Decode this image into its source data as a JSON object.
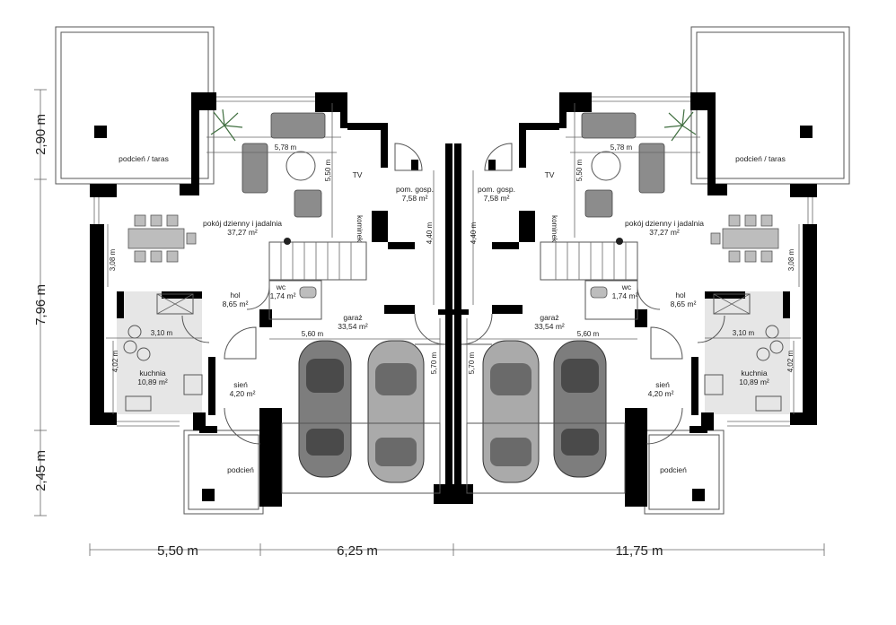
{
  "title": "",
  "left_unit": {
    "terrace": "podcień / taras",
    "living": "pokój dzienny i jadalnia",
    "living_area": "37,27 m²",
    "utility": "pom. gosp.",
    "utility_area": "7,58 m²",
    "fireplace": "kominek",
    "tv": "TV",
    "wc": "wc",
    "wc_area": "1,74 m²",
    "hall": "hol",
    "hall_area": "8,65 m²",
    "garage": "garaż",
    "garage_area": "33,54 m²",
    "kitchen": "kuchnia",
    "kitchen_area": "10,89 m²",
    "vestibule": "sień",
    "vestibule_area": "4,20 m²",
    "porch": "podcień",
    "dim_living_w": "5,78 m",
    "dim_living_h": "5,50 m",
    "dim_dining_h": "3,08 m",
    "dim_util_h": "4,40 m",
    "dim_kitchen_w": "3,10 m",
    "dim_kitchen_h": "4,02 m",
    "dim_garage_w": "5,60 m",
    "dim_garage_h": "5,70 m"
  },
  "right_unit": {
    "terrace": "podcień / taras",
    "living": "pokój dzienny i jadalnia",
    "living_area": "37,27 m²",
    "utility": "pom. gosp.",
    "utility_area": "7,58 m²",
    "fireplace": "kominek",
    "tv": "TV",
    "wc": "wc",
    "wc_area": "1,74 m²",
    "hall": "hol",
    "hall_area": "8,65 m²",
    "garage": "garaż",
    "garage_area": "33,54 m²",
    "kitchen": "kuchnia",
    "kitchen_area": "10,89 m²",
    "vestibule": "sień",
    "vestibule_area": "4,20 m²",
    "porch": "podcień",
    "dim_living_w": "5,78 m",
    "dim_living_h": "5,50 m",
    "dim_dining_h": "3,08 m",
    "dim_util_h": "4,40 m",
    "dim_kitchen_w": "3,10 m",
    "dim_kitchen_h": "4,02 m",
    "dim_garage_w": "5,60 m",
    "dim_garage_h": "5,70 m"
  },
  "overall_dims": {
    "left_top": "2,90 m",
    "left_mid": "7,96 m",
    "left_bottom": "2,45 m",
    "bottom_1": "5,50 m",
    "bottom_2": "6,25 m",
    "bottom_3": "11,75 m"
  }
}
